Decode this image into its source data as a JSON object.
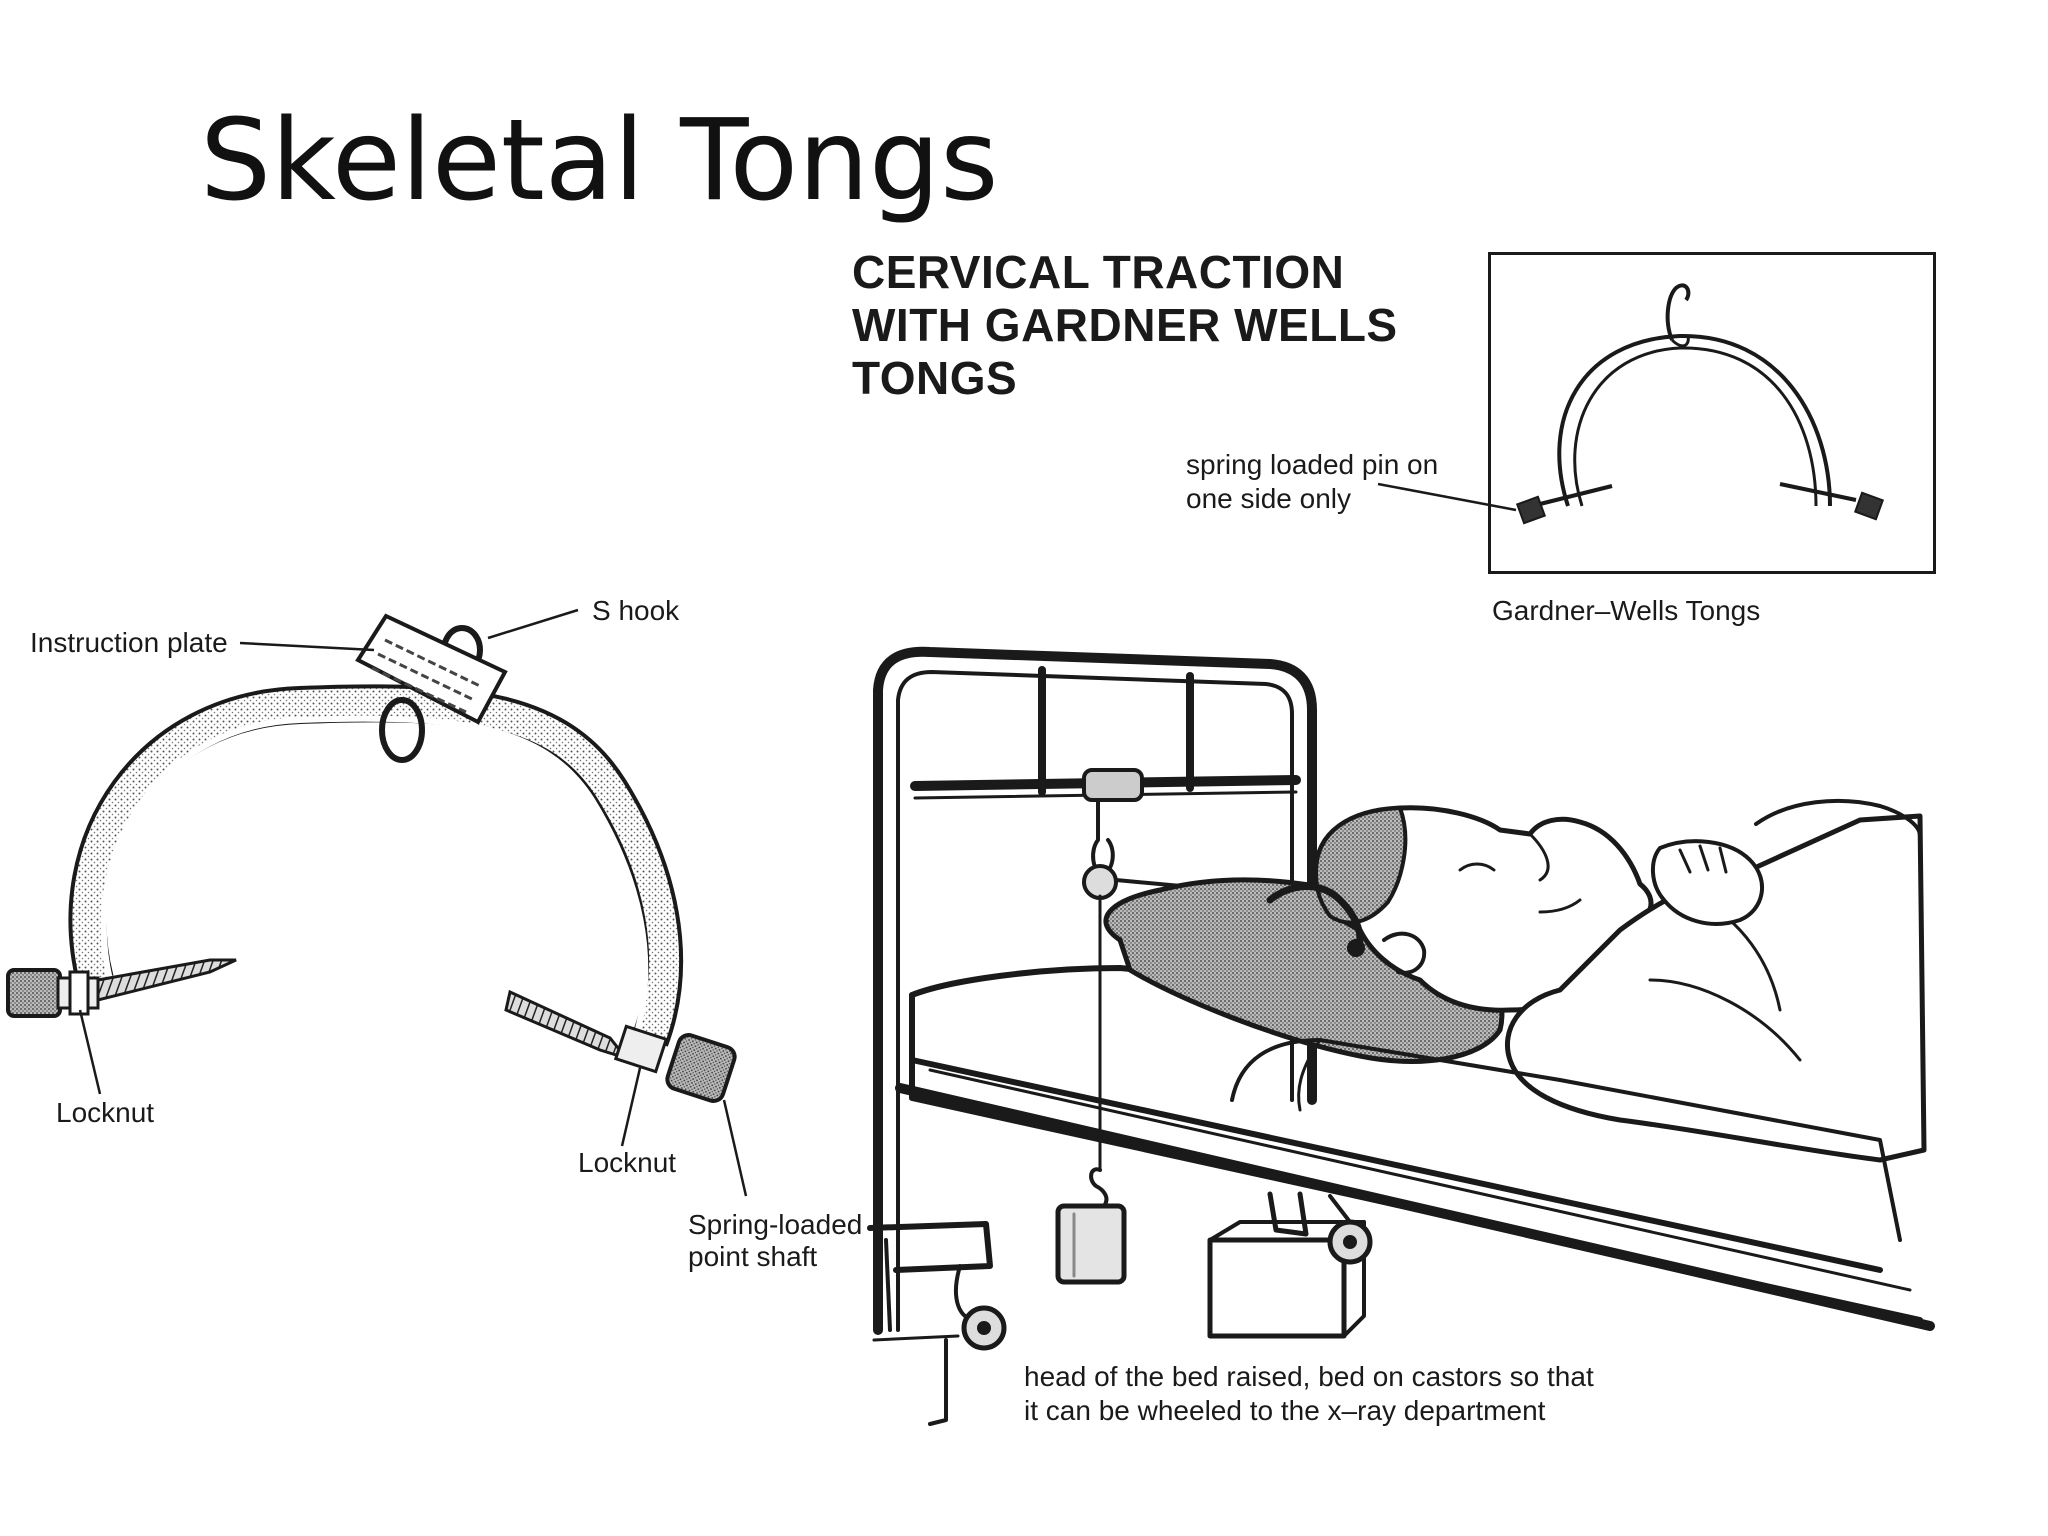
{
  "slide": {
    "title": "Skeletal Tongs"
  },
  "heading": {
    "lines": [
      "CERVICAL TRACTION",
      "WITH GARDNER WELLS",
      "TONGS"
    ]
  },
  "inset": {
    "pin_note_lines": [
      "spring loaded pin on",
      "one side only"
    ],
    "caption": "Gardner–Wells Tongs"
  },
  "tongs_diagram": {
    "labels": {
      "s_hook": "S hook",
      "instruction_plate": "Instruction plate",
      "locknut_left": "Locknut",
      "locknut_right": "Locknut",
      "spring_shaft_lines": [
        "Spring-loaded",
        "point shaft"
      ]
    }
  },
  "bed_scene": {
    "caption_lines": [
      "head of the bed raised, bed on castors so that",
      "it can be wheeled to the x–ray department"
    ]
  },
  "colors": {
    "ink": "#1a1a1a",
    "background": "#ffffff",
    "shade": "#8a8a8a"
  }
}
